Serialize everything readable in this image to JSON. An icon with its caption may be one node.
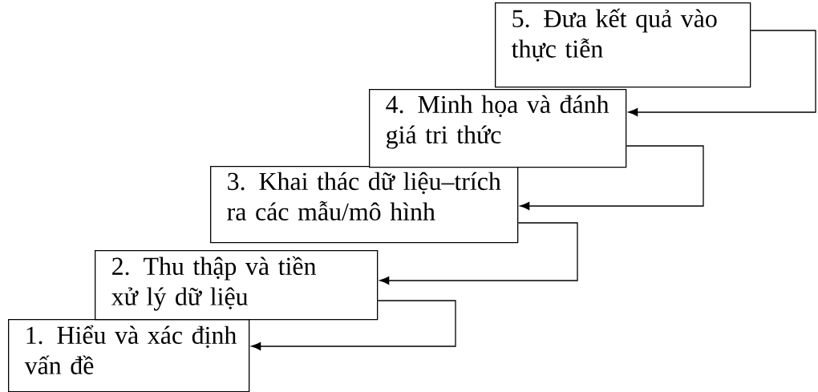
{
  "diagram": {
    "nodes": [
      {
        "text": [
          "1. Hiểu và xác định vấn đề"
        ]
      },
      {
        "text": [
          "2. Thu thập và tiền xử lý dữ liệu"
        ]
      },
      {
        "text": [
          "3. Khai thác dữ liệu–trích ra các mẫu/mô hình"
        ]
      },
      {
        "text": [
          "4. Minh họa và đánh giá tri thức"
        ]
      },
      {
        "text": [
          "5. Đưa kết quả vào thực tiễn"
        ]
      }
    ],
    "edges": [
      {
        "from": 4,
        "to": 3,
        "arrow": "to"
      },
      {
        "from": 3,
        "to": 2,
        "arrow": "to"
      },
      {
        "from": 2,
        "to": 1,
        "arrow": "to"
      },
      {
        "from": 1,
        "to": 0,
        "arrow": "to"
      }
    ]
  }
}
